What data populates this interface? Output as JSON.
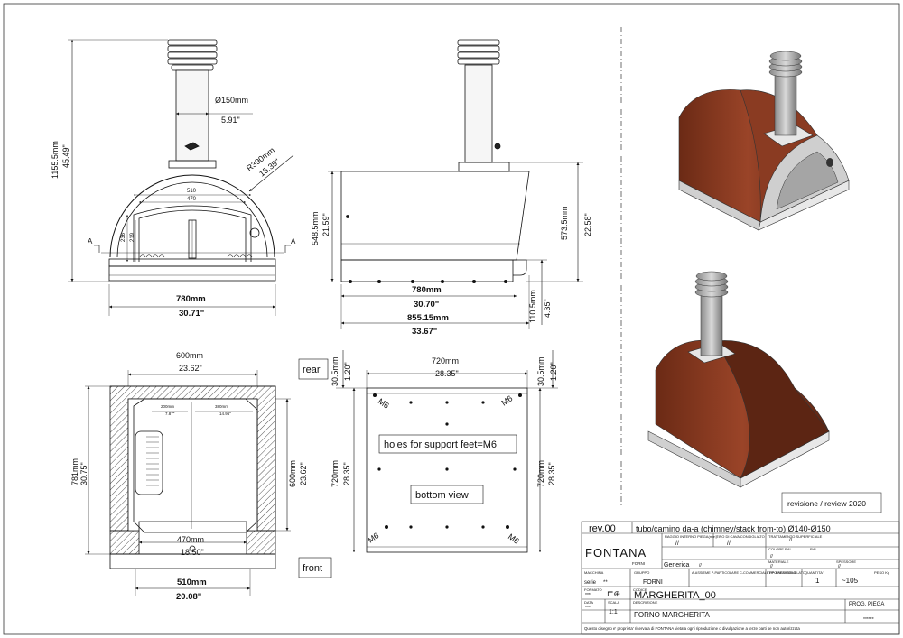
{
  "front_view": {
    "chimney_diameter_mm": "Ø150mm",
    "chimney_diameter_in": "5.91\"",
    "radius_mm": "R390mm",
    "radius_in": "15.35\"",
    "height_mm": "1155.5mm",
    "height_in": "45.49\"",
    "width_mm": "780mm",
    "width_in": "30.71\"",
    "opening_outer": "510",
    "opening_inner": "470",
    "opening_h1": "236",
    "opening_h2": "219",
    "section_mark": "A"
  },
  "side_view": {
    "body_height_mm": "548.5mm",
    "body_height_in": "21.59\"",
    "total_height_mm": "573.5mm",
    "total_height_in": "22.58\"",
    "depth_mm": "780mm",
    "depth_in": "30.70\"",
    "total_depth_mm": "855.15mm",
    "total_depth_in": "33.67\"",
    "shelf_mm": "110.5mm",
    "shelf_in": "4.35\""
  },
  "section_view": {
    "inner_width_mm": "600mm",
    "inner_width_in": "23.62\"",
    "outer_depth_mm": "781mm",
    "outer_depth_in": "30.75\"",
    "inner_depth_mm": "600mm",
    "inner_depth_in": "23.62\"",
    "mouth_mm": "470mm",
    "mouth_in": "18.50\"",
    "base_mm": "510mm",
    "base_in": "20.08\"",
    "left_chamber_mm": "200mm",
    "left_chamber_in": "7.87\"",
    "right_chamber_mm": "380mm",
    "right_chamber_in": "14.96\"",
    "label_rear": "rear",
    "label_front": "front"
  },
  "bottom_view": {
    "width_mm": "720mm",
    "width_in": "28.35\"",
    "depth_mm": "720mm",
    "depth_in": "28.35\"",
    "offset_mm": "30.5mm",
    "offset_in": "1.20\"",
    "offset_r_mm": "30.5mm",
    "offset_r_in": "1.20\"",
    "depth_r_mm": "720mm",
    "depth_r_in": "28.35\"",
    "thread": "M6",
    "holes_label": "holes for support feet=M6",
    "view_label": "bottom view"
  },
  "revision_label": "revisione / review 2020",
  "title_block": {
    "rev": "rev.00",
    "description": "tubo/camino da-a (chimney/stack from-to) Ø140-Ø150",
    "company": "FONTANA",
    "company_sub": "FORNI",
    "raggio_label": "RAGGIO INTERNO PIEGA(mm)",
    "raggio_val": "//",
    "tipo_label": "TIPO DI CAVA CONSIGLIATO",
    "tipo_val": "//",
    "trattamento_label": "TRATTAMENTO SUPERFICIALE",
    "trattamento_val": "//",
    "colore_label": "COLORE RAL",
    "colore_val": "//",
    "ral_label": "RAL",
    "generica": "Generica",
    "generica_val": "//",
    "materiale_label": "MATERIALE",
    "materiale_val": "//",
    "spessore_label": "SPESSORE",
    "spessore_val": "//",
    "macchina_label": "MACCHINA",
    "serie_label": "serie",
    "serie_val": "**",
    "gruppo_label": "GRUPPO",
    "gruppo_val": "FORNI",
    "assieme_label": "A-ASSIEME P-PARTICOLARE C-COMMERCIALE PP-PREASSEMBLATO",
    "tipo_part_label": "TIPO ARTICOLO",
    "quantita_label": "QUANTITA'",
    "quantita_val": "1",
    "peso_label": "PESO Kg",
    "peso_val": "~105",
    "formato_label": "FORMATO",
    "formato_val": "***",
    "codice_label": "CODICE",
    "codice_val": "MARGHERITA_00",
    "data_label": "DATA",
    "data_val": "***",
    "scala_label": "SCALA",
    "scala_val": "1:1",
    "descr_label": "DESCRIZIONE",
    "descr_val": "FORNO MARGHERITA",
    "prog_piega": "PROG. PIEGA",
    "prog_val": "******",
    "disclaimer": "Questo disegno e' proprieta' riservata di FONTANA vietata ogni riproduzione o divulgazione a terze parti se non autorizzata"
  },
  "colors": {
    "oven_red": "#8a3b22",
    "oven_dark": "#5c2513",
    "steel": "#cfcfcf",
    "hatch": "#555555"
  }
}
